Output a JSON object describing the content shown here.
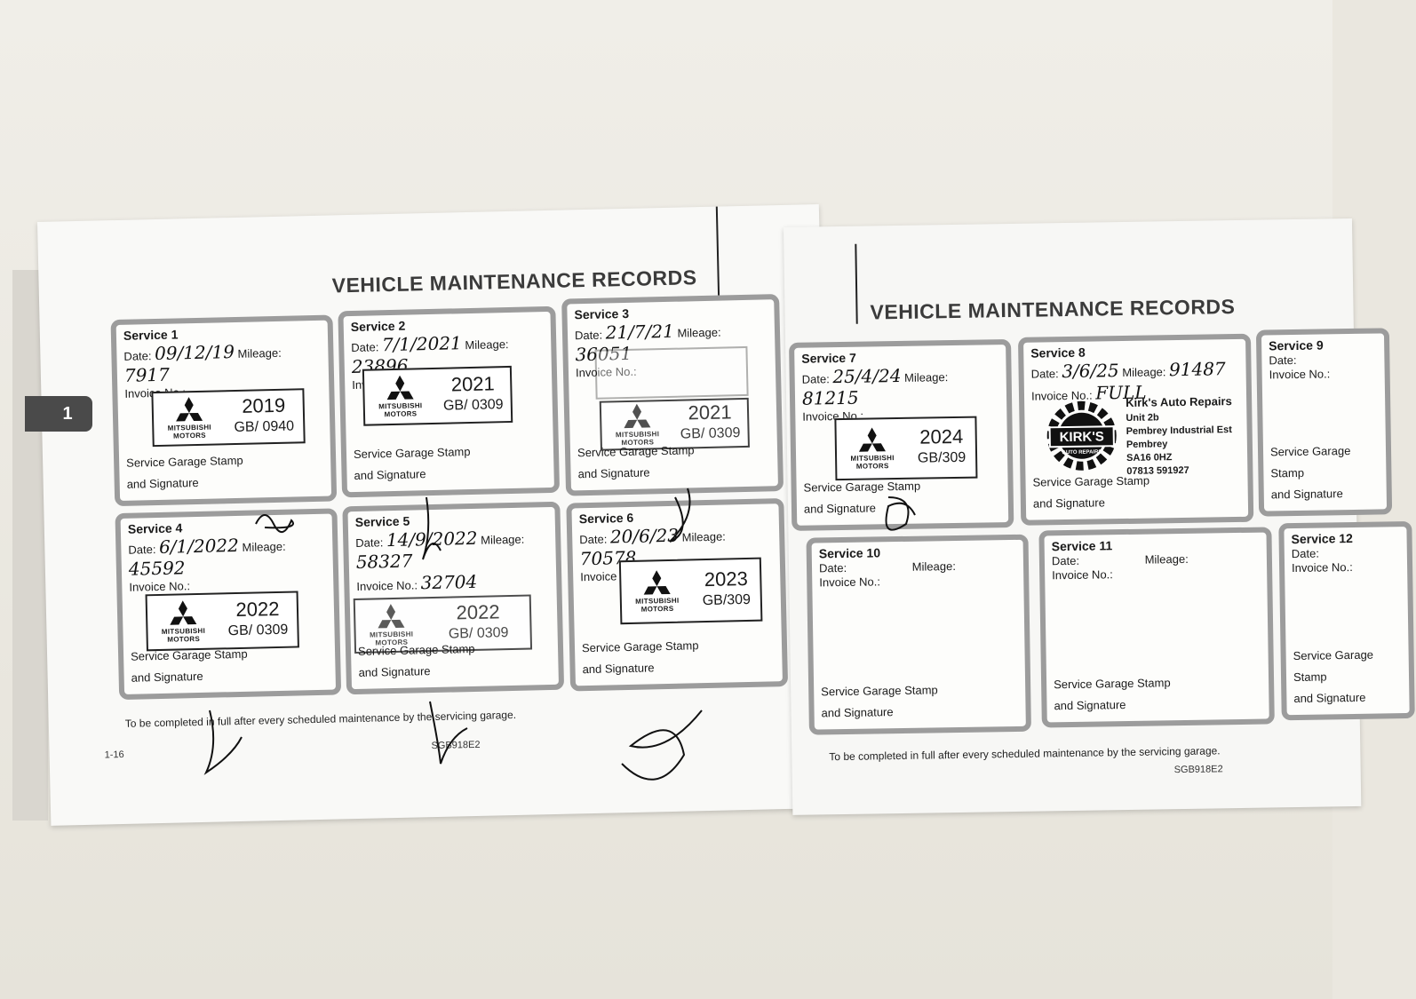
{
  "header": {
    "left_title": "VEHICLE MAINTENANCE RECORDS",
    "right_title": "VEHICLE MAINTENANCE RECORDS"
  },
  "chapter_tab": "1",
  "labels": {
    "date": "Date:",
    "mileage": "Mileage:",
    "invoice": "Invoice No.:",
    "stamp_line1": "Service Garage Stamp",
    "stamp_line2": "and Signature"
  },
  "services": [
    {
      "title": "Service 1",
      "date": "09/12/19",
      "mileage": "7917",
      "invoice": "",
      "stamp_year": "2019",
      "stamp_code": "GB/ 0940"
    },
    {
      "title": "Service 2",
      "date": "7/1/2021",
      "mileage": "23896",
      "invoice": "",
      "stamp_year": "2021",
      "stamp_code": "GB/ 0309"
    },
    {
      "title": "Service 3",
      "date": "21/7/21",
      "mileage": "36051",
      "invoice": "",
      "stamp_year": "2021",
      "stamp_code": "GB/ 0309"
    },
    {
      "title": "Service 4",
      "date": "6/1/2022",
      "mileage": "45592",
      "invoice": "",
      "stamp_year": "2022",
      "stamp_code": "GB/ 0309"
    },
    {
      "title": "Service 5",
      "date": "14/9/2022",
      "mileage": "58327",
      "invoice": "32704",
      "stamp_year": "2022",
      "stamp_code": "GB/ 0309"
    },
    {
      "title": "Service 6",
      "date": "20/6/23",
      "mileage": "70578",
      "invoice": "",
      "stamp_year": "2023",
      "stamp_code": "GB/309"
    },
    {
      "title": "Service 7",
      "date": "25/4/24",
      "mileage": "81215",
      "invoice": "",
      "stamp_year": "2024",
      "stamp_code": "GB/309"
    },
    {
      "title": "Service 8",
      "date": "3/6/25",
      "mileage": "91487",
      "invoice": "FULL"
    },
    {
      "title": "Service 9"
    },
    {
      "title": "Service 10"
    },
    {
      "title": "Service 11"
    },
    {
      "title": "Service 12"
    }
  ],
  "stamp_brand": {
    "line1": "MITSUBISHI",
    "line2": "MOTORS"
  },
  "kirks": {
    "logo_text": "KIRK'S",
    "logo_sub": "AUTO REPAIRS",
    "name": "Kirk's Auto Repairs",
    "addr1": "Unit 2b",
    "addr2": "Pembrey Industrial Est",
    "addr3": "Pembrey",
    "addr4": "SA16 0HZ",
    "phone": "07813 591927"
  },
  "footer_note": "To be completed in full after every scheduled maintenance by the servicing garage.",
  "page_number": "1-16",
  "doc_code": "SGB918E2",
  "colors": {
    "box_border": "#9c9c9c",
    "ink": "#111111",
    "tab": "#4a4a4a"
  }
}
